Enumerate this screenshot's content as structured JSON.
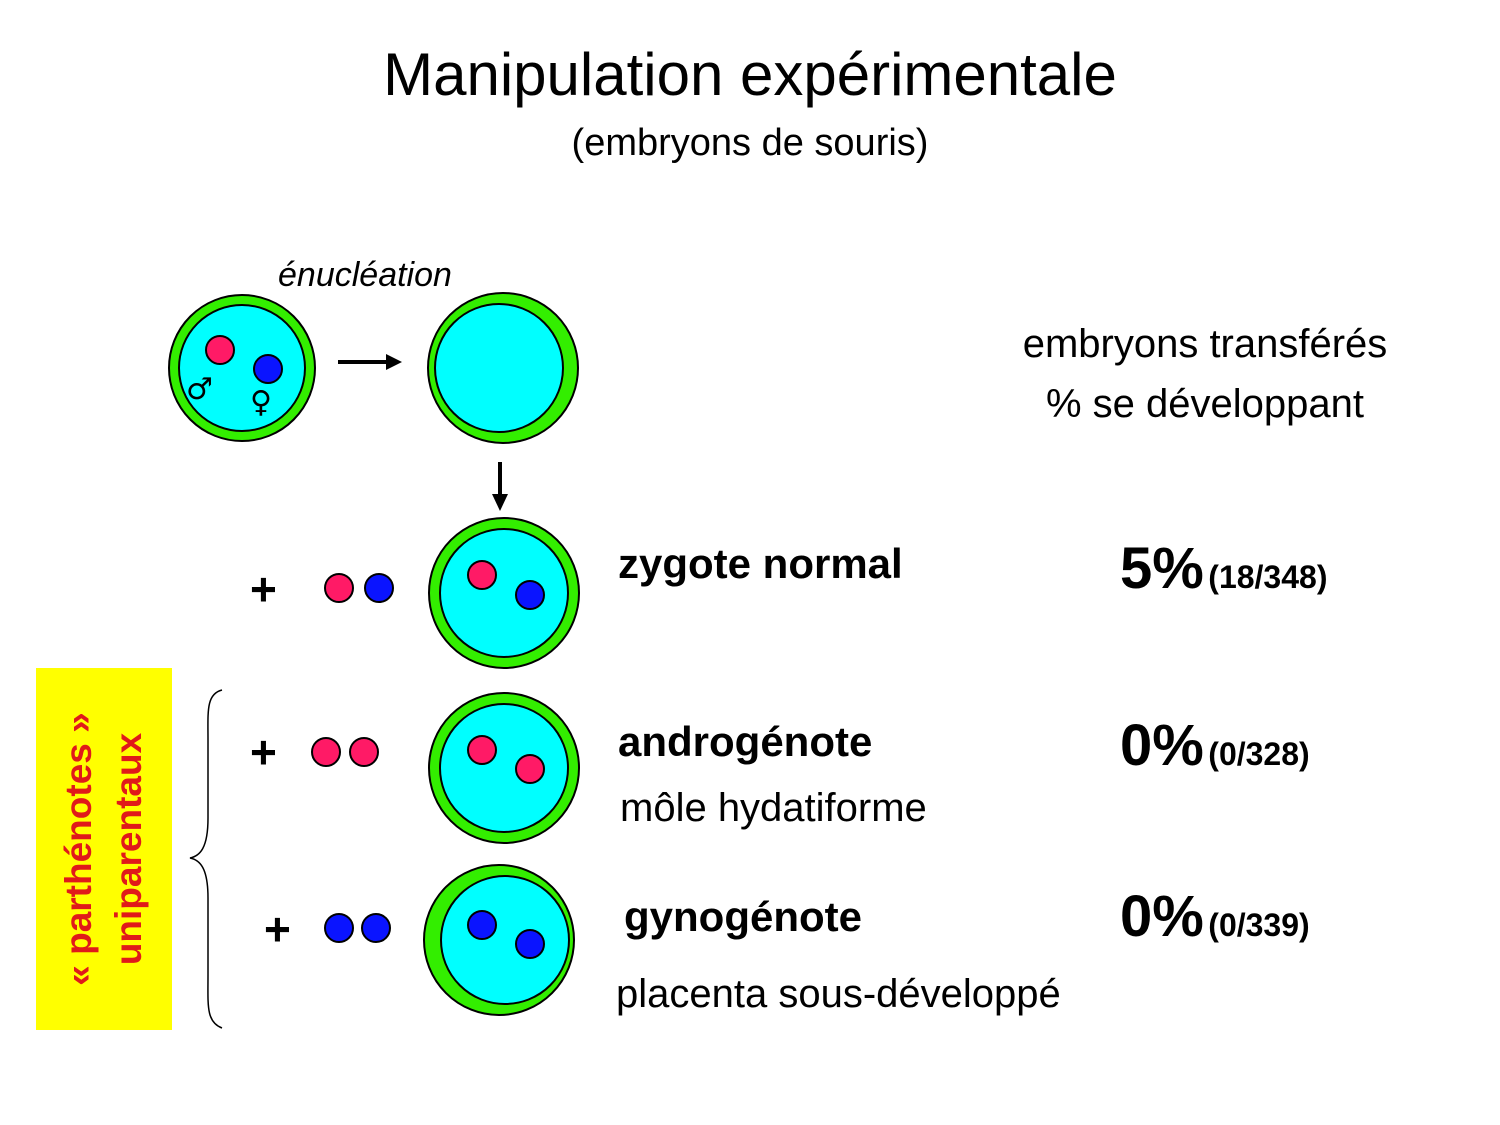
{
  "title": "Manipulation expérimentale",
  "subtitle": "(embryons de souris)",
  "enucleation_label": "énucléation",
  "symbols": {
    "male": "♂",
    "female": "♀",
    "plus": "+"
  },
  "column_header": {
    "line1": "embryons transférés",
    "line2": "% se développant"
  },
  "rows": [
    {
      "label": "zygote normal",
      "sublabel": "",
      "percent": "5%",
      "ratio": "(18/348)"
    },
    {
      "label": "androgénote",
      "sublabel": "môle hydatiforme",
      "percent": "0%",
      "ratio": "(0/328)"
    },
    {
      "label": "gynogénote",
      "sublabel": "placenta sous-développé",
      "percent": "0%",
      "ratio": "(0/339)"
    }
  ],
  "side_label": {
    "line1": "« parthénotes »",
    "line2": "uniparentaux"
  },
  "colors": {
    "cytoplasm": "#00ffff",
    "membrane": "#33ee00",
    "male_pronucleus": "#ff1a66",
    "female_pronucleus": "#0a14ff",
    "side_box": "#ffff00",
    "side_text": "#e01a1a"
  }
}
